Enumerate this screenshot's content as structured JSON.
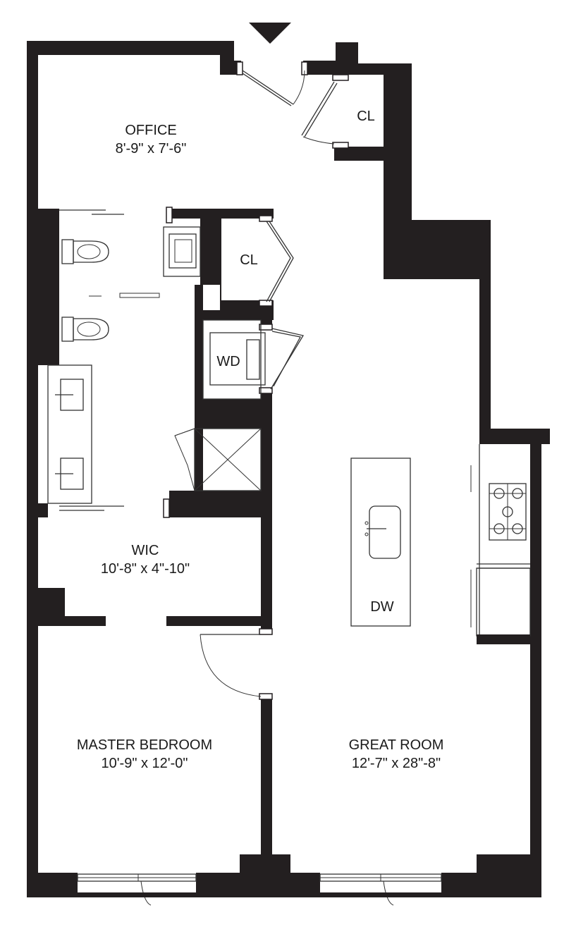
{
  "rooms": {
    "office": {
      "name": "OFFICE",
      "dims": "8'-9\" x 7'-6\""
    },
    "closet_top": {
      "name": "CL"
    },
    "closet_mid": {
      "name": "CL"
    },
    "washer_dryer": {
      "name": "WD"
    },
    "wic": {
      "name": "WIC",
      "dims": "10'-8\" x 4\"-10\""
    },
    "dishwasher": {
      "name": "DW"
    },
    "master_bedroom": {
      "name": "MASTER BEDROOM",
      "dims": "10'-9\" x 12'-0\""
    },
    "great_room": {
      "name": "GREAT ROOM",
      "dims": "12'-7\" x 28\"-8\""
    }
  },
  "entry_marker": {
    "icon": "entry-triangle-icon"
  },
  "colors": {
    "wall": "#231f20",
    "line": "#333333",
    "background": "#ffffff"
  }
}
